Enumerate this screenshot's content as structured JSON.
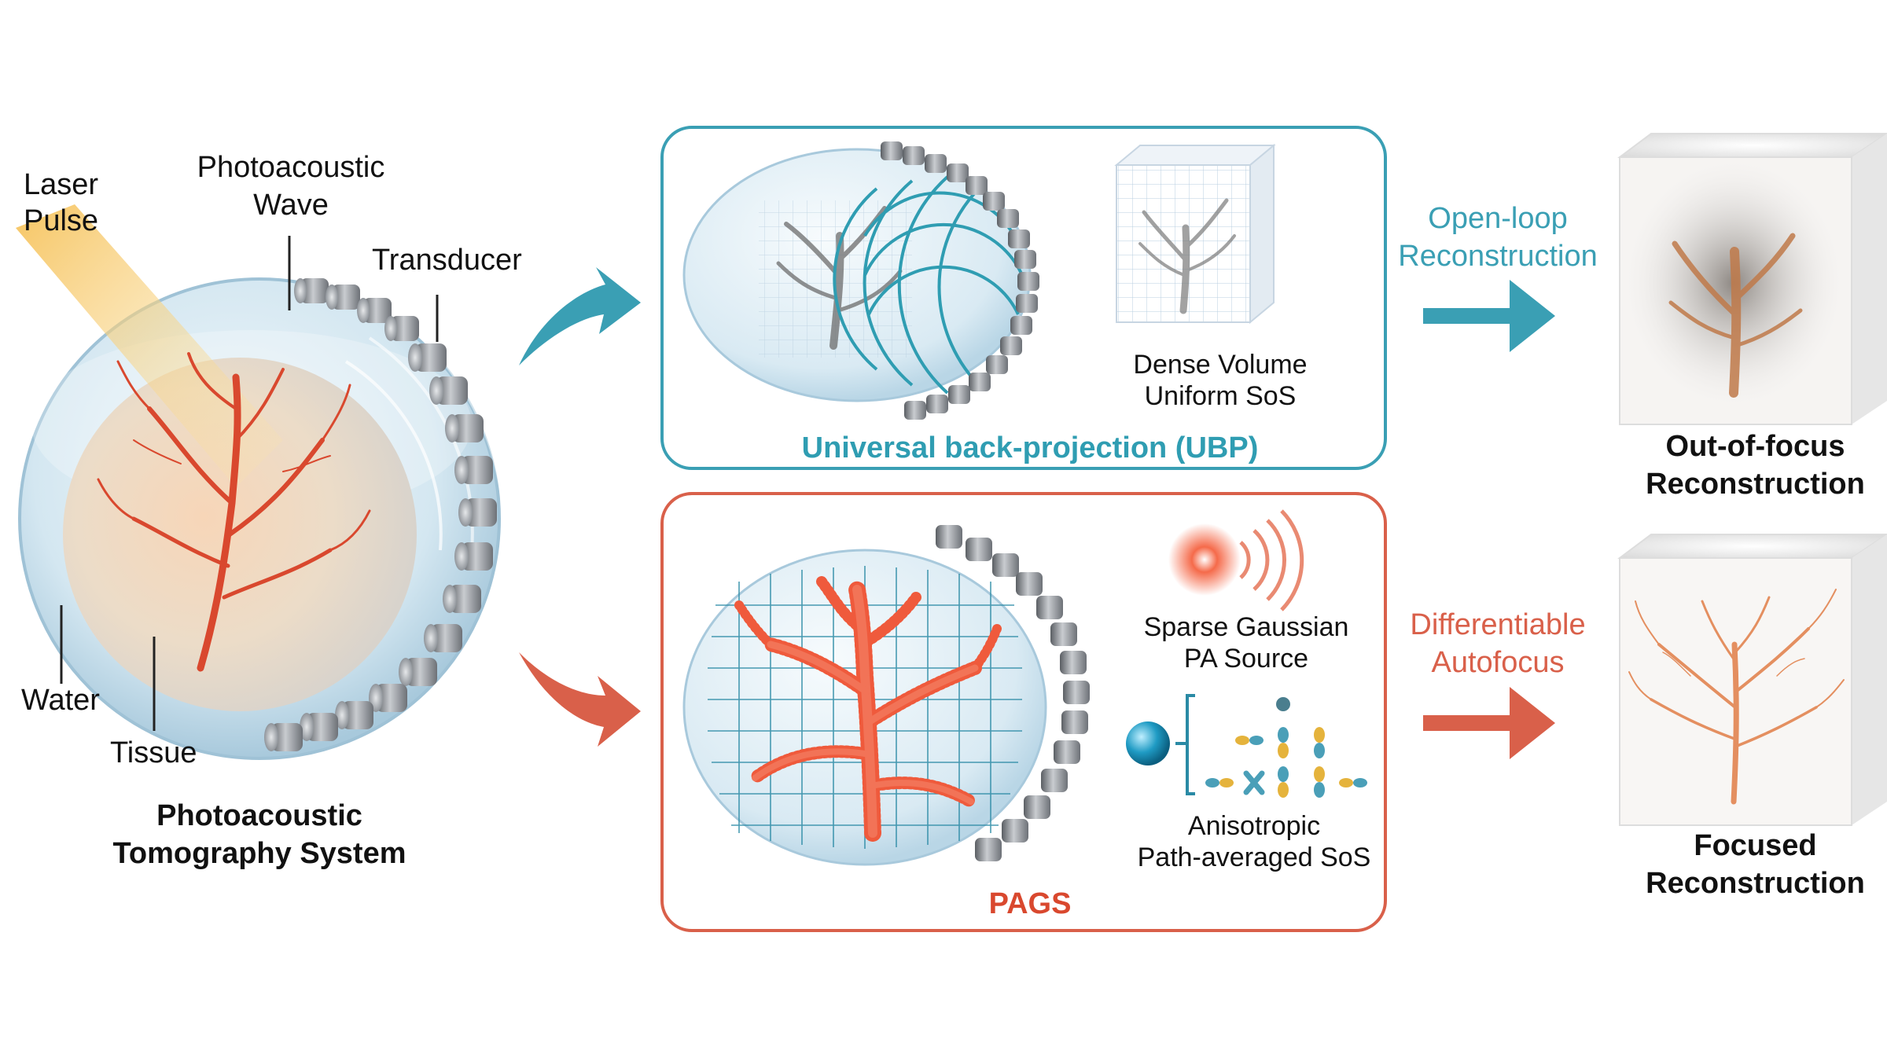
{
  "left": {
    "laser_line1": "Laser",
    "laser_line2": "Pulse",
    "wave_line1": "Photoacoustic",
    "wave_line2": "Wave",
    "transducer": "Transducer",
    "water": "Water",
    "tissue": "Tissue",
    "system_line1": "Photoacoustic",
    "system_line2": "Tomography System"
  },
  "ubp": {
    "title": "Universal back-projection (UBP)",
    "volume_line1": "Dense Volume",
    "volume_line2": "Uniform SoS"
  },
  "pags": {
    "title": "PAGS",
    "source_line1": "Sparse Gaussian",
    "source_line2": "PA Source",
    "sos_line1": "Anisotropic",
    "sos_line2": "Path-averaged SoS"
  },
  "arrows": {
    "open_loop_line1": "Open-loop",
    "open_loop_line2": "Reconstruction",
    "autofocus_line1": "Differentiable",
    "autofocus_line2": "Autofocus"
  },
  "results": {
    "top_line1": "Out-of-focus",
    "top_line2": "Reconstruction",
    "bottom_line1": "Focused",
    "bottom_line2": "Reconstruction"
  },
  "colors": {
    "teal": "#3a9fb4",
    "coral": "#d9604a",
    "vessel": "#d9482e"
  }
}
